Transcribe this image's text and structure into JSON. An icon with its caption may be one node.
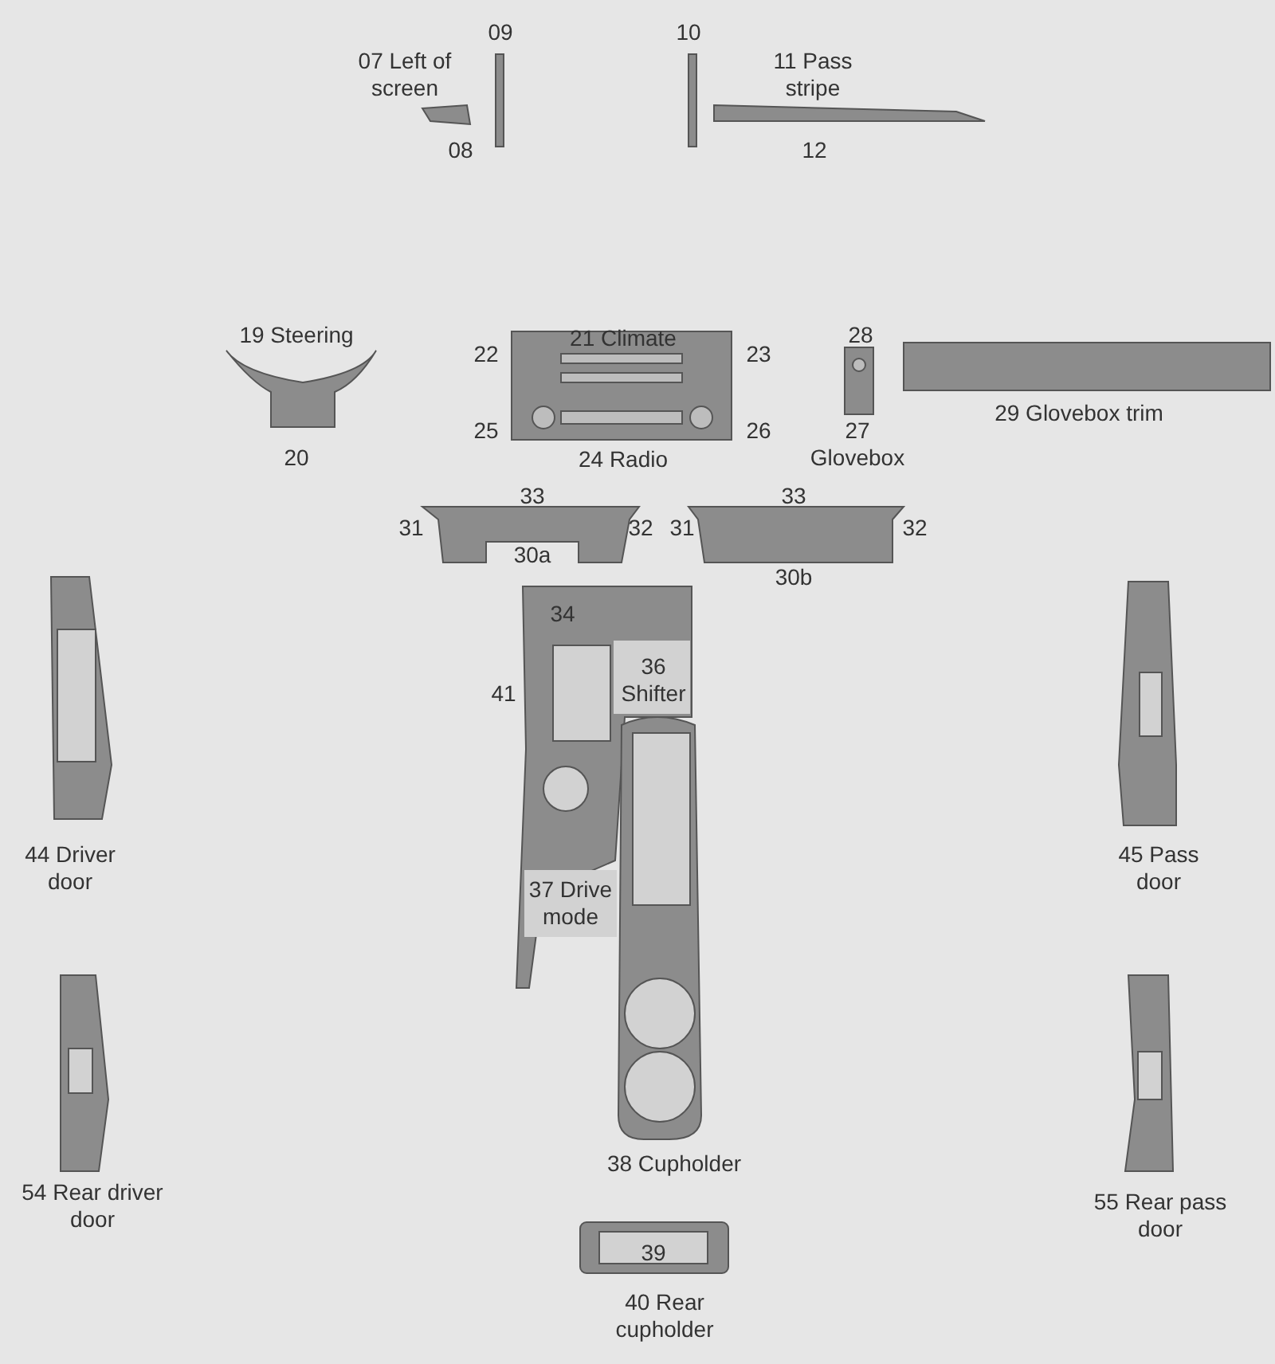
{
  "diagram": {
    "labels": [
      "09",
      "10",
      "07 Left of screen",
      "11 Pass stripe",
      "08",
      "12",
      "19 Steering",
      "21 Climate",
      "28",
      "22",
      "23",
      "25",
      "26",
      "24 Radio",
      "27 Glovebox",
      "29 Glovebox trim",
      "20",
      "33",
      "33",
      "31",
      "32",
      "31",
      "32",
      "30a",
      "30b",
      "34",
      "41",
      "36 Shifter",
      "44 Driver door",
      "45 Pass door",
      "37 Drive mode",
      "38 Cupholder",
      "54 Rear driver door",
      "55 Rear pass door",
      "39",
      "40 Rear cupholder"
    ]
  }
}
